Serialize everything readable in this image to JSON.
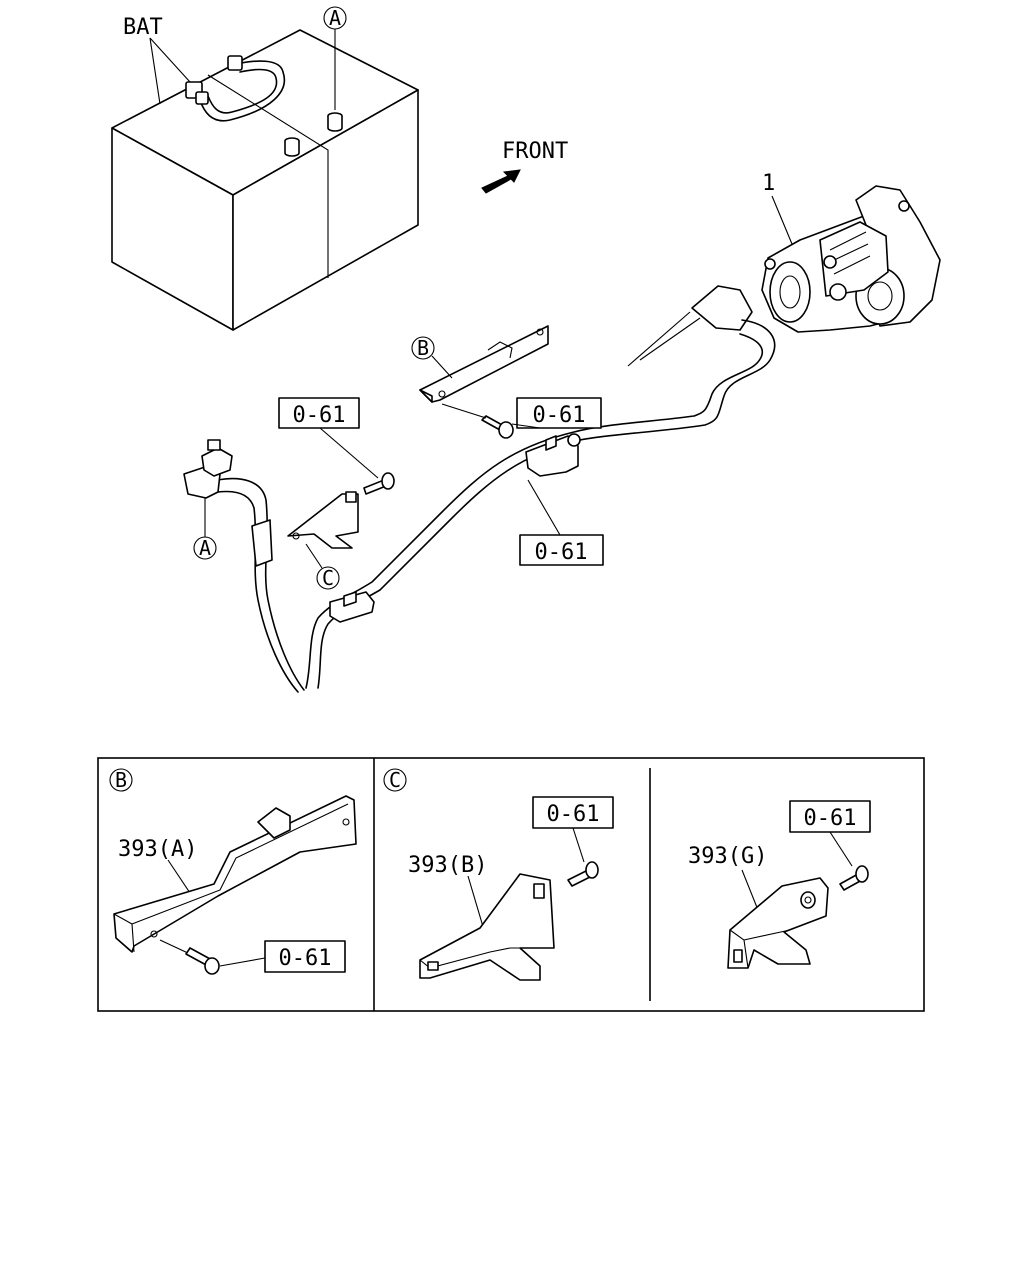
{
  "labels": {
    "bat": "BAT",
    "front": "FRONT",
    "part_1": "1",
    "circle_a": "A",
    "circle_b": "B",
    "circle_c": "C",
    "ref_0_61": "0-61"
  },
  "detail_panels": [
    {
      "key": "B",
      "part": "393(A)",
      "ref": "0-61"
    },
    {
      "key": "C",
      "part": "393(B)",
      "ref": "0-61"
    },
    {
      "key": "C",
      "part": "393(G)",
      "ref": "0-61"
    }
  ]
}
